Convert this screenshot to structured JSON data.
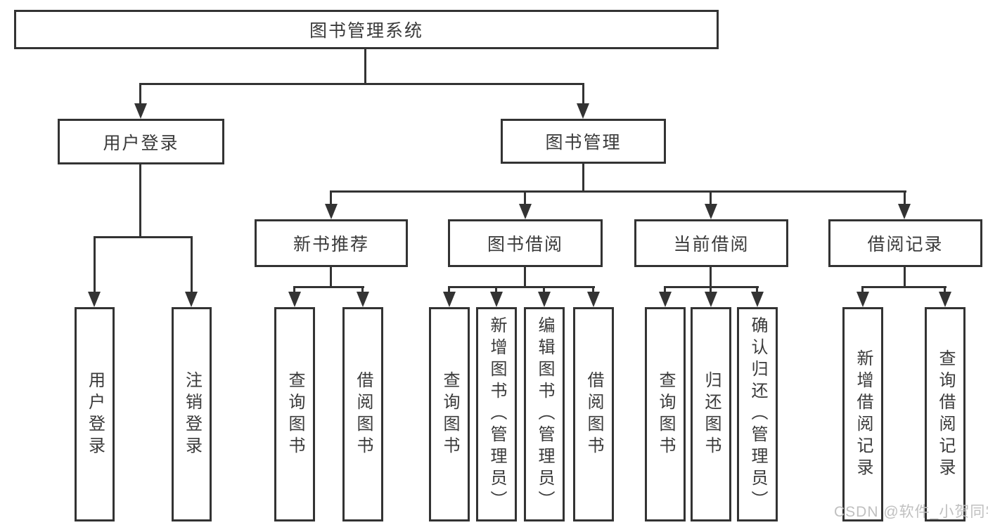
{
  "colors": {
    "line": "#333333",
    "box_border": "#333333",
    "text": "#3a3a3a",
    "watermark": "#c0c0c0",
    "background": "#ffffff"
  },
  "nodes": {
    "root": "图书管理系统",
    "branches": [
      {
        "label": "用户登录",
        "children": [
          "用户登录",
          "注销登录"
        ]
      },
      {
        "label": "图书管理",
        "sections": [
          {
            "label": "新书推荐",
            "children": [
              "查询图书",
              "借阅图书"
            ]
          },
          {
            "label": "图书借阅",
            "children": [
              "查询图书",
              "新增图书（管理员）",
              "编辑图书（管理员）",
              "借阅图书"
            ]
          },
          {
            "label": "当前借阅",
            "children": [
              "查询图书",
              "归还图书",
              "确认归还（管理员）"
            ]
          },
          {
            "label": "借阅记录",
            "children": [
              "新增借阅记录",
              "查询借阅记录"
            ]
          }
        ]
      }
    ]
  },
  "watermark": "CSDN @软件_小贺同学"
}
